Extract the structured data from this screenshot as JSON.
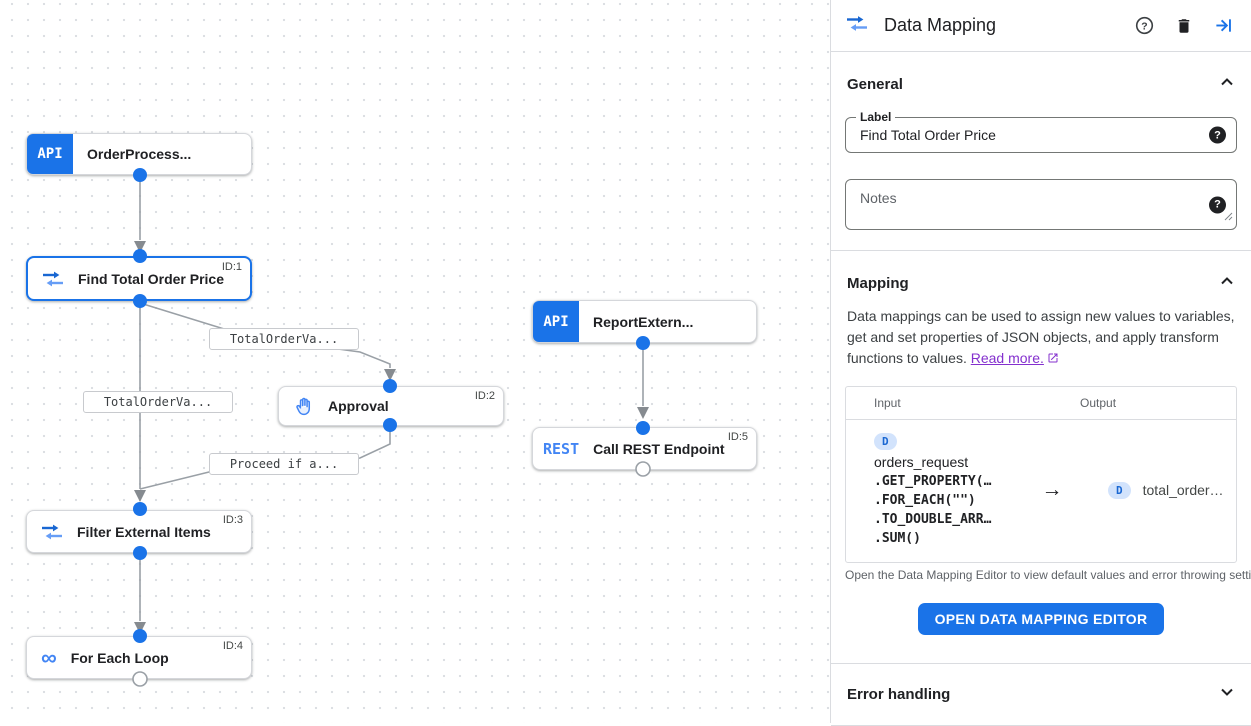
{
  "colors": {
    "accent_blue": "#1a73e8",
    "node_icon_blue": "#4285f4",
    "edge_gray": "#9aa0a6",
    "link_purple": "#8430ce",
    "badge_bg": "#d2e3fc",
    "badge_text": "#1967d2"
  },
  "canvas": {
    "nodes": [
      {
        "label": "OrderProcess...",
        "badge": "API",
        "icon": "api-badge"
      },
      {
        "label": "Find Total Order Price",
        "id_tag": "ID:1",
        "icon": "data-mapping-icon",
        "selected": true
      },
      {
        "label": "Approval",
        "id_tag": "ID:2",
        "icon": "hand-icon"
      },
      {
        "label": "ReportExtern...",
        "badge": "API",
        "icon": "api-badge"
      },
      {
        "label": "Call REST Endpoint",
        "id_tag": "ID:5",
        "badge": "REST",
        "icon": "rest-badge"
      },
      {
        "label": "Filter External Items",
        "id_tag": "ID:3",
        "icon": "data-mapping-icon"
      },
      {
        "label": "For Each Loop",
        "id_tag": "ID:4",
        "icon": "loop-icon",
        "icon_glyph": "∞"
      }
    ],
    "edge_labels": [
      "TotalOrderVa...",
      "TotalOrderVa...",
      "Proceed if a..."
    ]
  },
  "panel": {
    "title": "Data Mapping",
    "header_icons": [
      "help-icon",
      "delete-icon",
      "collapse-panel-icon"
    ],
    "general": {
      "heading": "General",
      "label_field": {
        "label": "Label",
        "value": "Find Total Order Price"
      },
      "notes_field": {
        "placeholder": "Notes"
      }
    },
    "mapping": {
      "heading": "Mapping",
      "description": "Data mappings can be used to assign new values to variables, get and set properties of JSON objects, and apply transform functions to values. ",
      "read_more": "Read more.",
      "table": {
        "input_header": "Input",
        "output_header": "Output",
        "input_badge": "D",
        "input_variable": "orders_request",
        "input_functions": [
          ".GET_PROPERTY(…",
          ".FOR_EACH(\"\")",
          ".TO_DOUBLE_ARR…",
          ".SUM()"
        ],
        "arrow": "→",
        "output_badge": "D",
        "output_variable": "total_order…"
      },
      "hint": "Open the Data Mapping Editor to view default values and error throwing settings.",
      "button": "OPEN DATA MAPPING EDITOR"
    },
    "error_handling": {
      "heading": "Error handling"
    }
  }
}
